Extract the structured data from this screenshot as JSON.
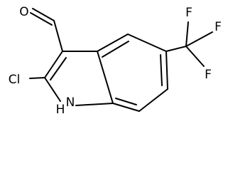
{
  "molecule": {
    "atoms": {
      "oxygen": "O",
      "chlorine": "Cl",
      "nitrogen": "N",
      "hydrogen": "H",
      "fluorine_top": "F",
      "fluorine_right": "F",
      "fluorine_bottom": "F"
    },
    "colors": {
      "bond": "#000000",
      "label": "#000000",
      "background": "#ffffff"
    }
  }
}
